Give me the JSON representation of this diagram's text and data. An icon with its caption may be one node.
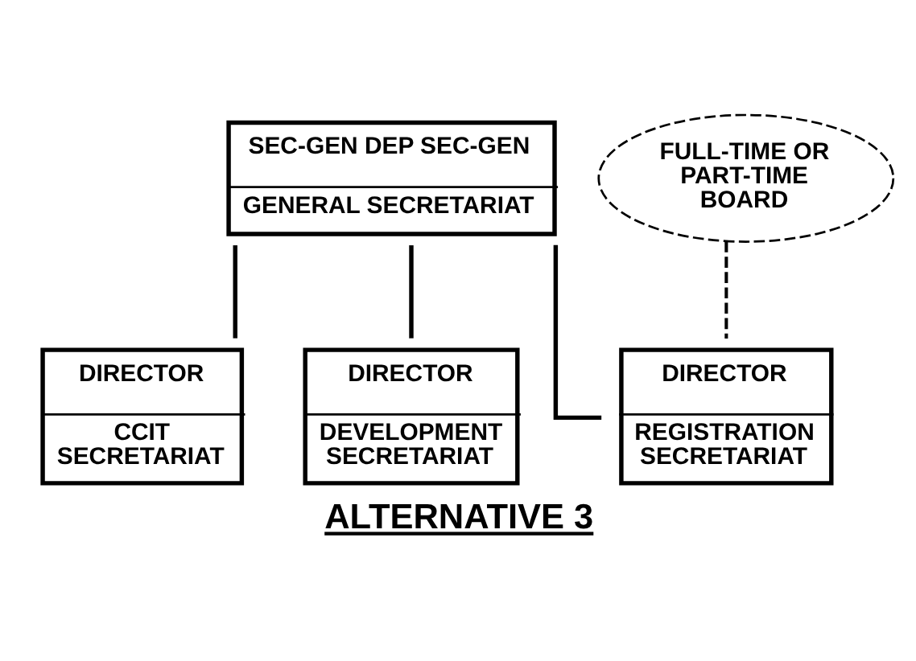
{
  "diagram": {
    "caption": "ALTERNATIVE 3",
    "nodes": [
      {
        "text": [
          "SEC-GEN DEP SEC-GEN",
          "GENERAL SECRETARIAT"
        ]
      },
      {
        "text": [
          "DIRECTOR",
          "CCIT SECRETARIAT"
        ]
      },
      {
        "text": [
          "DIRECTOR",
          "DEVELOPMENT SECRETARIAT"
        ]
      },
      {
        "text": [
          "DIRECTOR",
          "REGISTRATION SECRETARIAT"
        ]
      },
      {
        "text": [
          "FULL-TIME OR PART-TIME BOARD"
        ]
      }
    ],
    "edges": [
      {
        "from": 0,
        "to": 1,
        "arrow": "none"
      },
      {
        "from": 0,
        "to": 2,
        "arrow": "none"
      },
      {
        "from": 0,
        "to": 3,
        "arrow": "none"
      },
      {
        "from": 4,
        "to": 3,
        "arrow": "none",
        "style": "dashed"
      }
    ]
  }
}
